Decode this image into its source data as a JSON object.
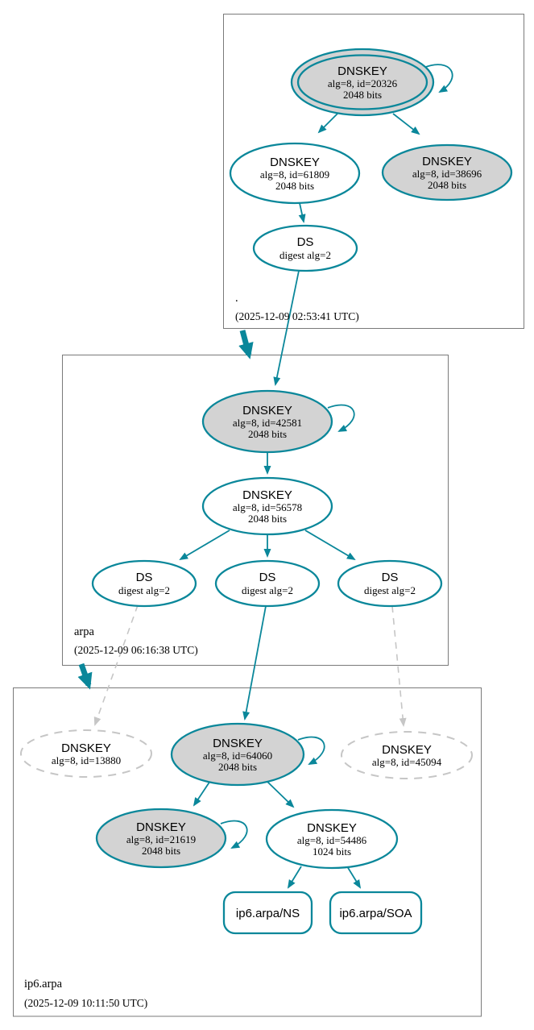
{
  "diagram": {
    "kind": "dnssec-authentication-chain",
    "colors": {
      "secure": "#0a879a",
      "node_fill_gray": "#d3d3d3",
      "insecure_gray": "#c6c6c6",
      "box_border": "#7a7a7a",
      "background": "#ffffff",
      "text": "#000000"
    },
    "zones": [
      {
        "name": ".",
        "timestamp": "(2025-12-09 02:53:41 UTC)"
      },
      {
        "name": "arpa",
        "timestamp": "(2025-12-09 06:16:38 UTC)"
      },
      {
        "name": "ip6.arpa",
        "timestamp": "(2025-12-09 10:11:50 UTC)"
      }
    ],
    "nodes": {
      "root_dnskey_20326": {
        "title": "DNSKEY",
        "detail": "alg=8, id=20326",
        "bits": "2048 bits",
        "appearance": "double-ellipse gray-fill self-loop"
      },
      "root_dnskey_61809": {
        "title": "DNSKEY",
        "detail": "alg=8, id=61809",
        "bits": "2048 bits",
        "appearance": "white-fill"
      },
      "root_dnskey_38696": {
        "title": "DNSKEY",
        "detail": "alg=8, id=38696",
        "bits": "2048 bits",
        "appearance": "gray-fill"
      },
      "root_ds": {
        "title": "DS",
        "detail": "digest alg=2",
        "appearance": "white-fill"
      },
      "arpa_dnskey_42581": {
        "title": "DNSKEY",
        "detail": "alg=8, id=42581",
        "bits": "2048 bits",
        "appearance": "gray-fill self-loop"
      },
      "arpa_dnskey_56578": {
        "title": "DNSKEY",
        "detail": "alg=8, id=56578",
        "bits": "2048 bits",
        "appearance": "white-fill"
      },
      "arpa_ds_1": {
        "title": "DS",
        "detail": "digest alg=2",
        "appearance": "white-fill"
      },
      "arpa_ds_2": {
        "title": "DS",
        "detail": "digest alg=2",
        "appearance": "white-fill"
      },
      "arpa_ds_3": {
        "title": "DS",
        "detail": "digest alg=2",
        "appearance": "white-fill"
      },
      "ip6_dnskey_13880": {
        "title": "DNSKEY",
        "detail": "alg=8, id=13880",
        "appearance": "dashed-gray-outline"
      },
      "ip6_dnskey_64060": {
        "title": "DNSKEY",
        "detail": "alg=8, id=64060",
        "bits": "2048 bits",
        "appearance": "gray-fill self-loop"
      },
      "ip6_dnskey_45094": {
        "title": "DNSKEY",
        "detail": "alg=8, id=45094",
        "appearance": "dashed-gray-outline"
      },
      "ip6_dnskey_21619": {
        "title": "DNSKEY",
        "detail": "alg=8, id=21619",
        "bits": "2048 bits",
        "appearance": "gray-fill self-loop"
      },
      "ip6_dnskey_54486": {
        "title": "DNSKEY",
        "detail": "alg=8, id=54486",
        "bits": "1024 bits",
        "appearance": "white-fill"
      },
      "ip6_rrset_ns": {
        "label": "ip6.arpa/NS"
      },
      "ip6_rrset_soa": {
        "label": "ip6.arpa/SOA"
      }
    },
    "edges": [
      {
        "from": "root_dnskey_20326",
        "to": "root_dnskey_20326",
        "style": "solid-teal self-loop"
      },
      {
        "from": "root_dnskey_20326",
        "to": "root_dnskey_61809",
        "style": "solid-teal"
      },
      {
        "from": "root_dnskey_20326",
        "to": "root_dnskey_38696",
        "style": "solid-teal"
      },
      {
        "from": "root_dnskey_61809",
        "to": "root_ds",
        "style": "solid-teal"
      },
      {
        "from": "root_ds",
        "to": "arpa_dnskey_42581",
        "style": "solid-teal"
      },
      {
        "from": "zone-root",
        "to": "zone-arpa",
        "style": "thick-teal delegation"
      },
      {
        "from": "arpa_dnskey_42581",
        "to": "arpa_dnskey_42581",
        "style": "solid-teal self-loop"
      },
      {
        "from": "arpa_dnskey_42581",
        "to": "arpa_dnskey_56578",
        "style": "solid-teal"
      },
      {
        "from": "arpa_dnskey_56578",
        "to": "arpa_ds_1",
        "style": "solid-teal"
      },
      {
        "from": "arpa_dnskey_56578",
        "to": "arpa_ds_2",
        "style": "solid-teal"
      },
      {
        "from": "arpa_dnskey_56578",
        "to": "arpa_ds_3",
        "style": "solid-teal"
      },
      {
        "from": "arpa_ds_1",
        "to": "ip6_dnskey_13880",
        "style": "dashed-gray"
      },
      {
        "from": "arpa_ds_2",
        "to": "ip6_dnskey_64060",
        "style": "solid-teal"
      },
      {
        "from": "arpa_ds_3",
        "to": "ip6_dnskey_45094",
        "style": "dashed-gray"
      },
      {
        "from": "zone-arpa",
        "to": "zone-ip6.arpa",
        "style": "thick-teal delegation"
      },
      {
        "from": "ip6_dnskey_64060",
        "to": "ip6_dnskey_64060",
        "style": "solid-teal self-loop"
      },
      {
        "from": "ip6_dnskey_64060",
        "to": "ip6_dnskey_21619",
        "style": "solid-teal"
      },
      {
        "from": "ip6_dnskey_64060",
        "to": "ip6_dnskey_54486",
        "style": "solid-teal"
      },
      {
        "from": "ip6_dnskey_21619",
        "to": "ip6_dnskey_21619",
        "style": "solid-teal self-loop"
      },
      {
        "from": "ip6_dnskey_54486",
        "to": "ip6_rrset_ns",
        "style": "solid-teal"
      },
      {
        "from": "ip6_dnskey_54486",
        "to": "ip6_rrset_soa",
        "style": "solid-teal"
      }
    ]
  }
}
